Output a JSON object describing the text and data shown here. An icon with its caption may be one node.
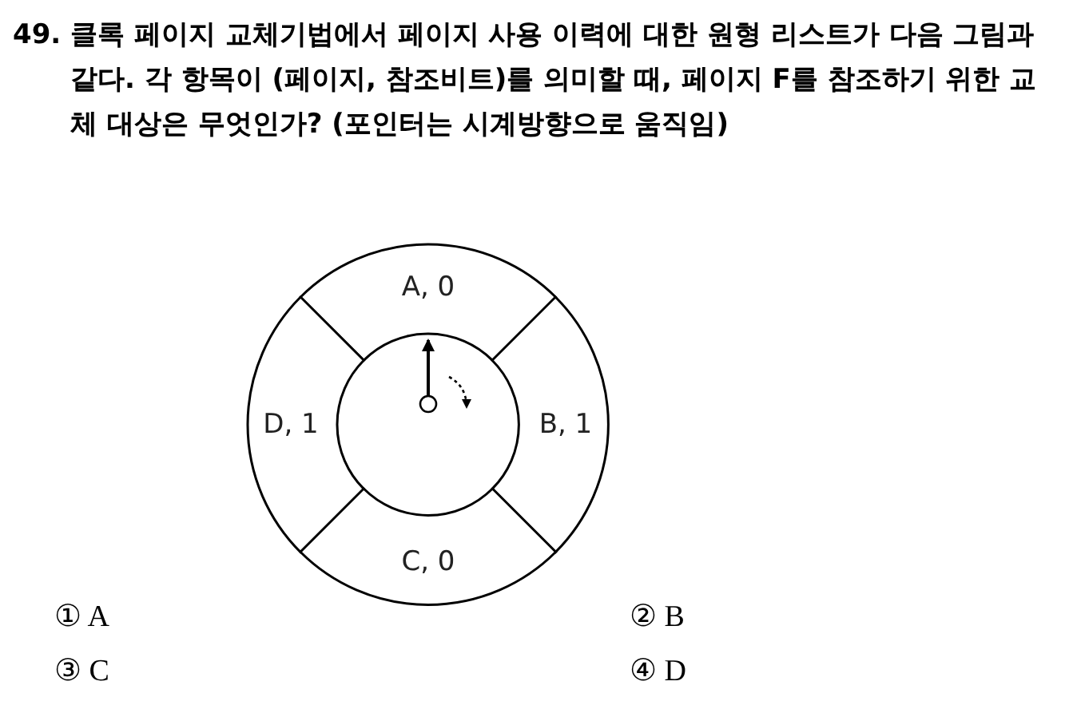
{
  "diagram": {
    "title": "49. 클록 페이지 교체기법에서 페이지 사용 이력에 대한 원형 리스트가 다음 그림과 같다. 각 항목이 (페이지, 참조비트)를 의미할 때, 페이지 F를 참조하기 위한 교체 대상은 무엇인가? (포인터는 시계방향으로 움직임)",
    "nodes": [
      {
        "text": [
          "A, 0"
        ]
      },
      {
        "text": [
          "D, 1"
        ]
      },
      {
        "text": [
          "B, 1"
        ]
      },
      {
        "text": [
          "C, 0"
        ]
      }
    ],
    "labels": [
      "① A",
      "② B",
      "③ C",
      "④ D"
    ]
  }
}
